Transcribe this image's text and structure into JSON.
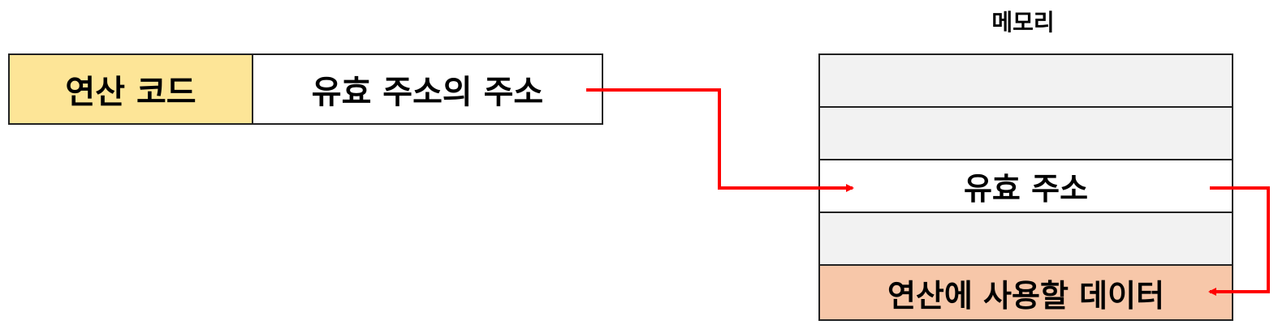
{
  "instruction": {
    "opcode_label": "연산 코드",
    "address_label": "유효 주소의 주소"
  },
  "memory": {
    "title": "메모리",
    "cells": [
      {
        "label": ""
      },
      {
        "label": ""
      },
      {
        "label": "유효 주소"
      },
      {
        "label": ""
      },
      {
        "label": "연산에 사용할 데이터"
      }
    ]
  },
  "colors": {
    "opcode_fill": "#FDE597",
    "address_fill": "#FFFFFF",
    "empty_cell_fill": "#F2F2F2",
    "effective_cell_fill": "#FFFFFF",
    "data_cell_fill": "#F7C7A9",
    "arrow": "#FF0000",
    "border": "#222222"
  }
}
